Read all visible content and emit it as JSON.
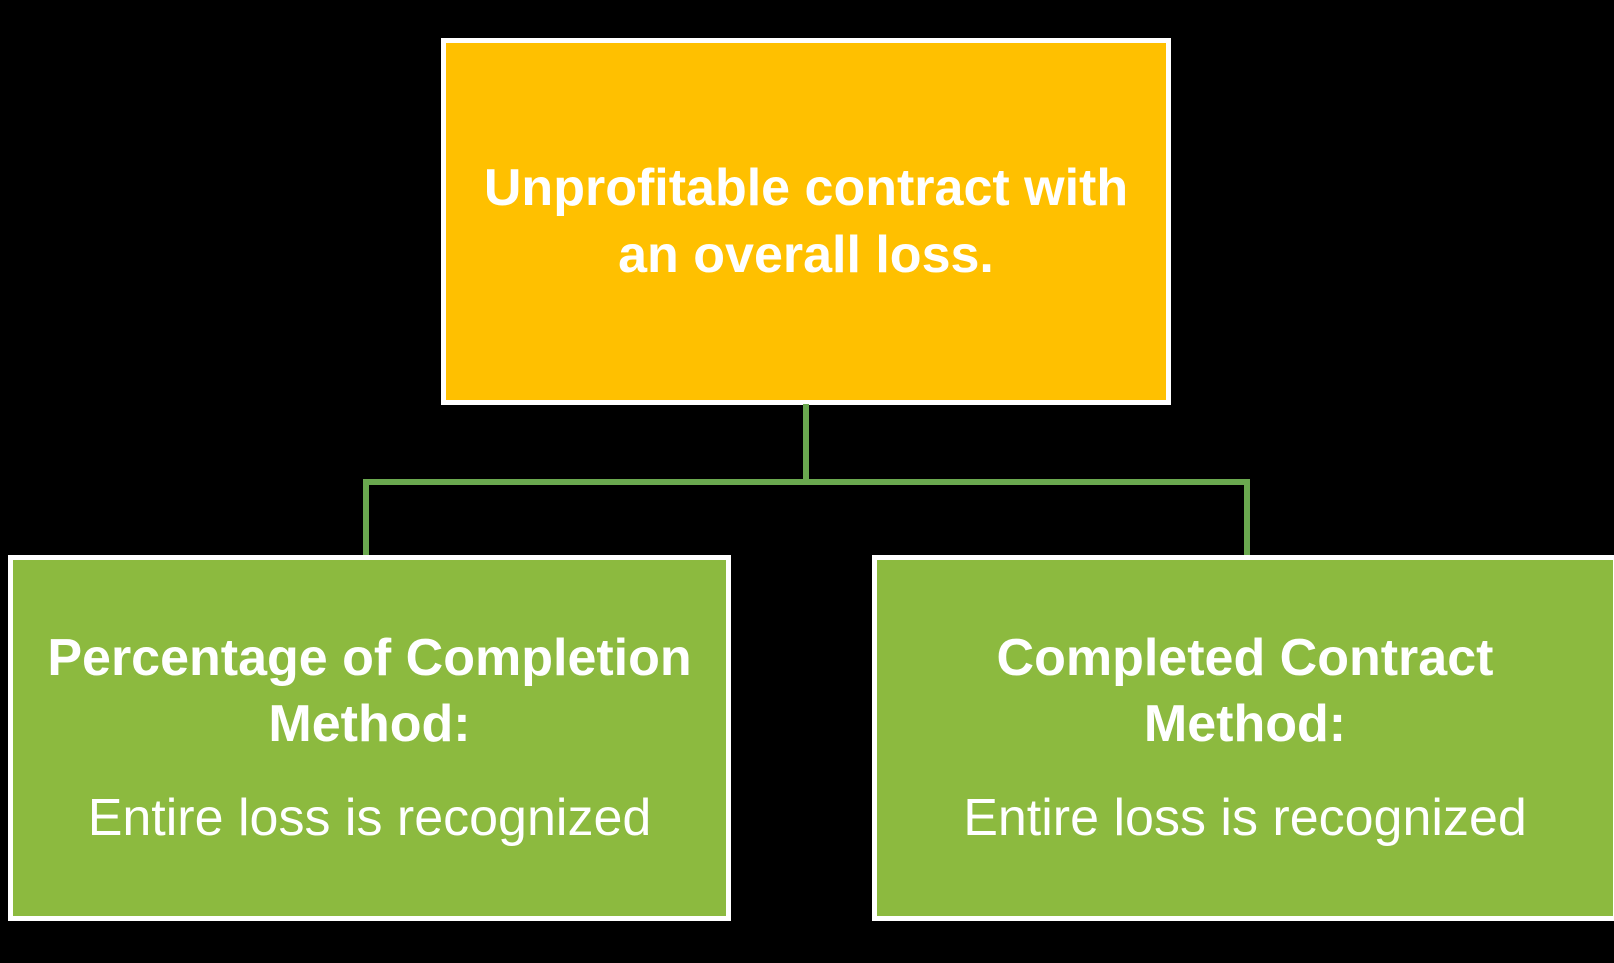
{
  "diagram": {
    "type": "hierarchy-flowchart",
    "background_color": "#000000",
    "connector_color": "#6AA84F",
    "border_color": "#FFFFFF",
    "text_color": "#FFFFFF",
    "root": {
      "label": "Unprofitable contract with an overall loss.",
      "fill": "#FFC000"
    },
    "children": [
      {
        "heading": "Percentage of Completion Method:",
        "body": "Entire loss is recognized",
        "fill": "#8CBA3F"
      },
      {
        "heading": "Completed Contract Method:",
        "body": "Entire loss is recognized",
        "fill": "#8CBA3F"
      }
    ]
  }
}
